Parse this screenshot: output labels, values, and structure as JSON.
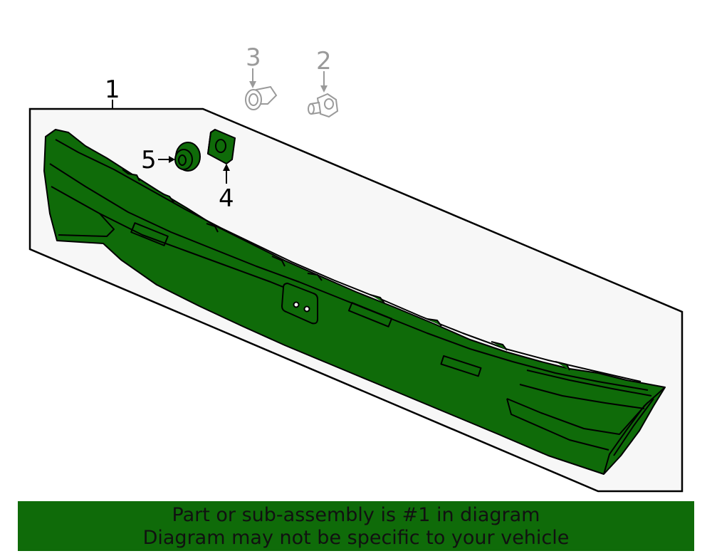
{
  "callouts": [
    {
      "number": "1",
      "color": "#000000"
    },
    {
      "number": "2",
      "color": "#9a9a9a"
    },
    {
      "number": "3",
      "color": "#9a9a9a"
    },
    {
      "number": "4",
      "color": "#000000"
    },
    {
      "number": "5",
      "color": "#000000"
    }
  ],
  "highlight_color": "#0f6b09",
  "banner": {
    "line1": "Part or sub-assembly is #1 in diagram",
    "line2": "Diagram may not be specific to your vehicle"
  }
}
